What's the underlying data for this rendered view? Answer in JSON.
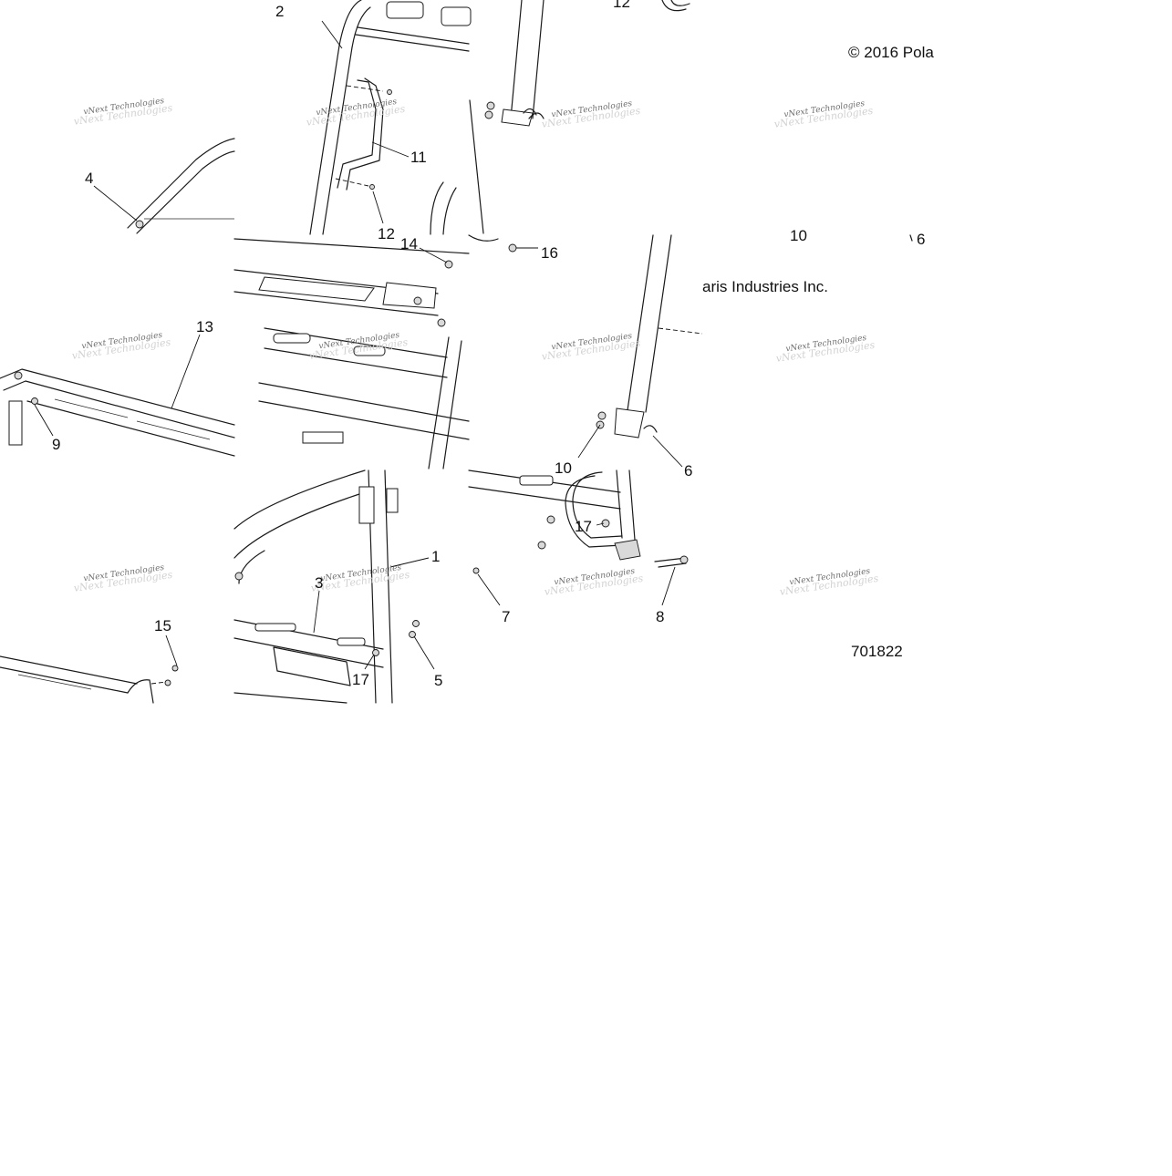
{
  "copyright": {
    "left_part": "© 2016 Pola",
    "right_part": "aris Industries Inc."
  },
  "diagram_id": "701822",
  "watermark_text": "vNext Technologies",
  "callouts": {
    "c1": "1",
    "c2": "2",
    "c3": "3",
    "c4": "4",
    "c5": "5",
    "c6": "6",
    "c6_partial": "6",
    "c7": "7",
    "c8": "8",
    "c9": "9",
    "c10_left": "10",
    "c10_right": "10",
    "c11": "11",
    "c12_top": "12",
    "c12_mid": "12",
    "c13": "13",
    "c14": "14",
    "c15": "15",
    "c16": "16",
    "c17_left": "17",
    "c17_right": "17"
  },
  "colors": {
    "line": "#1a1a1a",
    "watermark": "#6f6f6f",
    "background": "#ffffff"
  }
}
